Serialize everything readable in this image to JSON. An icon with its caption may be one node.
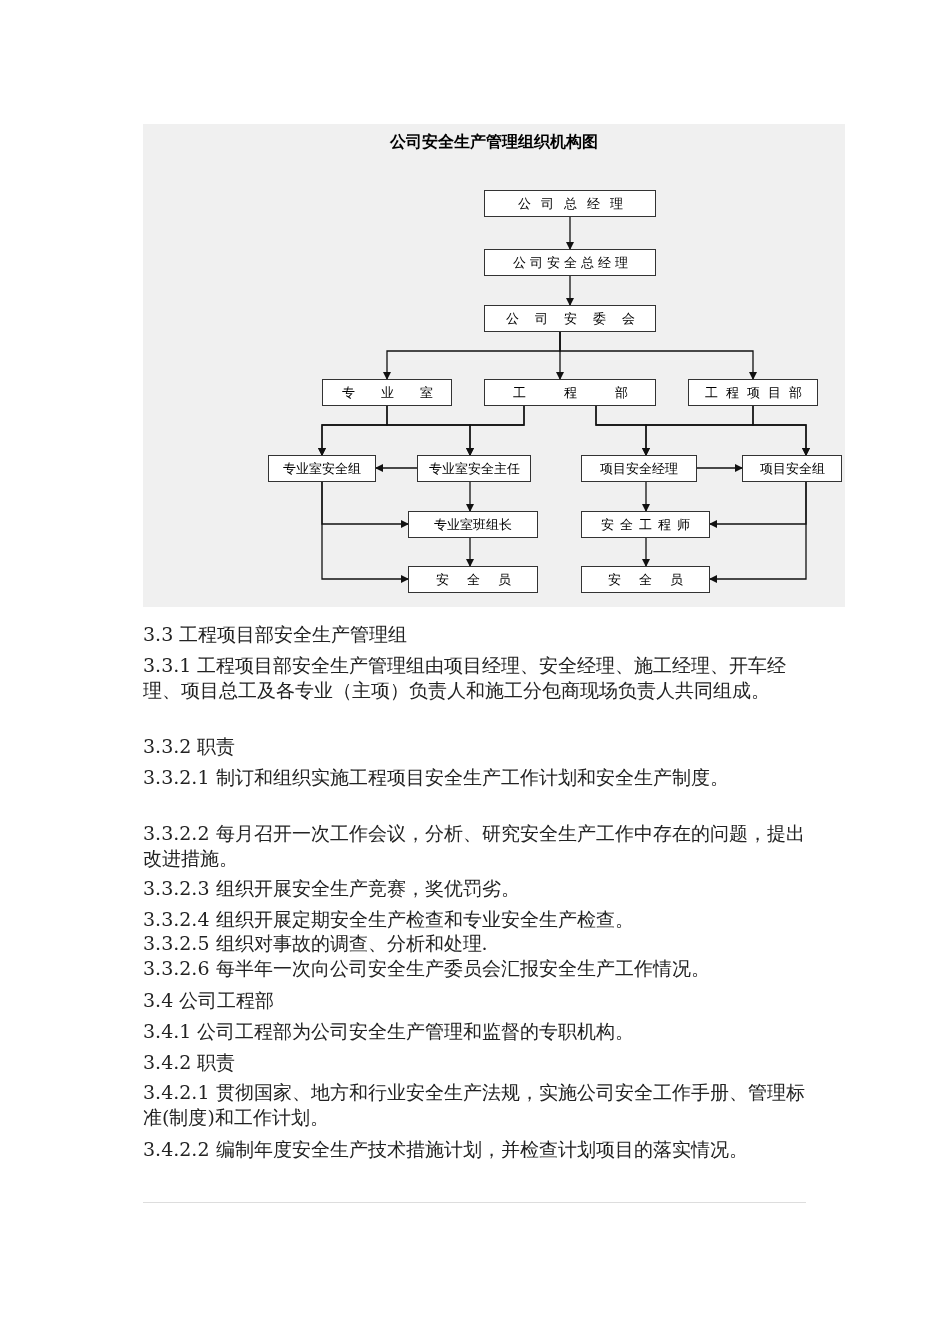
{
  "diagram": {
    "title": "公司安全生产管理组织机构图",
    "nodes": [
      {
        "text": [
          "公司总经理"
        ]
      },
      {
        "text": [
          "公司安全总经理"
        ]
      },
      {
        "text": [
          "公司安委会"
        ]
      },
      {
        "text": [
          "专业室"
        ]
      },
      {
        "text": [
          "工程部"
        ]
      },
      {
        "text": [
          "工程项目部"
        ]
      },
      {
        "text": [
          "专业室安全组"
        ]
      },
      {
        "text": [
          "专业室安全主任"
        ]
      },
      {
        "text": [
          "项目安全经理"
        ]
      },
      {
        "text": [
          "项目安全组"
        ]
      },
      {
        "text": [
          "专业室班组长"
        ]
      },
      {
        "text": [
          "安全工程师"
        ]
      },
      {
        "text": [
          "安全员"
        ]
      },
      {
        "text": [
          "安全员"
        ]
      }
    ],
    "edges": [
      {
        "from": 0,
        "to": 1,
        "arrow": "to"
      },
      {
        "from": 1,
        "to": 2,
        "arrow": "to"
      },
      {
        "from": 2,
        "to": 3,
        "arrow": "to"
      },
      {
        "from": 2,
        "to": 4,
        "arrow": "to"
      },
      {
        "from": 2,
        "to": 5,
        "arrow": "to"
      },
      {
        "from": 3,
        "to": 6,
        "arrow": "to"
      },
      {
        "from": 3,
        "to": 7,
        "arrow": "to"
      },
      {
        "from": 4,
        "to": 6,
        "arrow": "to"
      },
      {
        "from": 4,
        "to": 7,
        "arrow": "to"
      },
      {
        "from": 4,
        "to": 8,
        "arrow": "to"
      },
      {
        "from": 4,
        "to": 9,
        "arrow": "to"
      },
      {
        "from": 5,
        "to": 8,
        "arrow": "to"
      },
      {
        "from": 5,
        "to": 9,
        "arrow": "to"
      },
      {
        "from": 7,
        "to": 6,
        "arrow": "to"
      },
      {
        "from": 8,
        "to": 9,
        "arrow": "to"
      },
      {
        "from": 7,
        "to": 10,
        "arrow": "to"
      },
      {
        "from": 6,
        "to": 10,
        "arrow": "to"
      },
      {
        "from": 6,
        "to": 12,
        "arrow": "to"
      },
      {
        "from": 10,
        "to": 12,
        "arrow": "to"
      },
      {
        "from": 8,
        "to": 11,
        "arrow": "to"
      },
      {
        "from": 9,
        "to": 11,
        "arrow": "to"
      },
      {
        "from": 9,
        "to": 13,
        "arrow": "to"
      },
      {
        "from": 11,
        "to": 13,
        "arrow": "to"
      }
    ],
    "labels": [
      "3.3 工程项目部安全生产管理组",
      "3.3.1 工程项目部安全生产管理组由项目经理、安全经理、施工经理、开车经理、项目总工及各专业（主项）负责人和施工分包商现场负责人共同组成。",
      "3.3.2 职责",
      "3.3.2.1 制订和组织实施工程项目安全生产工作计划和安全生产制度。",
      "3.3.2.2 每月召开一次工作会议，分析、研究安全生产工作中存在的问题，提出改进措施。",
      "3.3.2.3 组织开展安全生产竞赛，奖优罚劣。",
      "3.3.2.4 组织开展定期安全生产检查和专业安全生产检查。",
      "3.3.2.5 组织对事故的调查、分析和处理.",
      "3.3.2.6 每半年一次向公司安全生产委员会汇报安全生产工作情况。",
      "3.4 公司工程部",
      "3.4.1 公司工程部为公司安全生产管理和监督的专职机构。",
      "3.4.2 职责",
      "3.4.2.1 贯彻国家、地方和行业安全生产法规，实施公司安全工作手册、管理标准(制度)和工作计划。",
      "3.4.2.2 编制年度安全生产技术措施计划，并检查计划项目的落实情况。"
    ]
  }
}
